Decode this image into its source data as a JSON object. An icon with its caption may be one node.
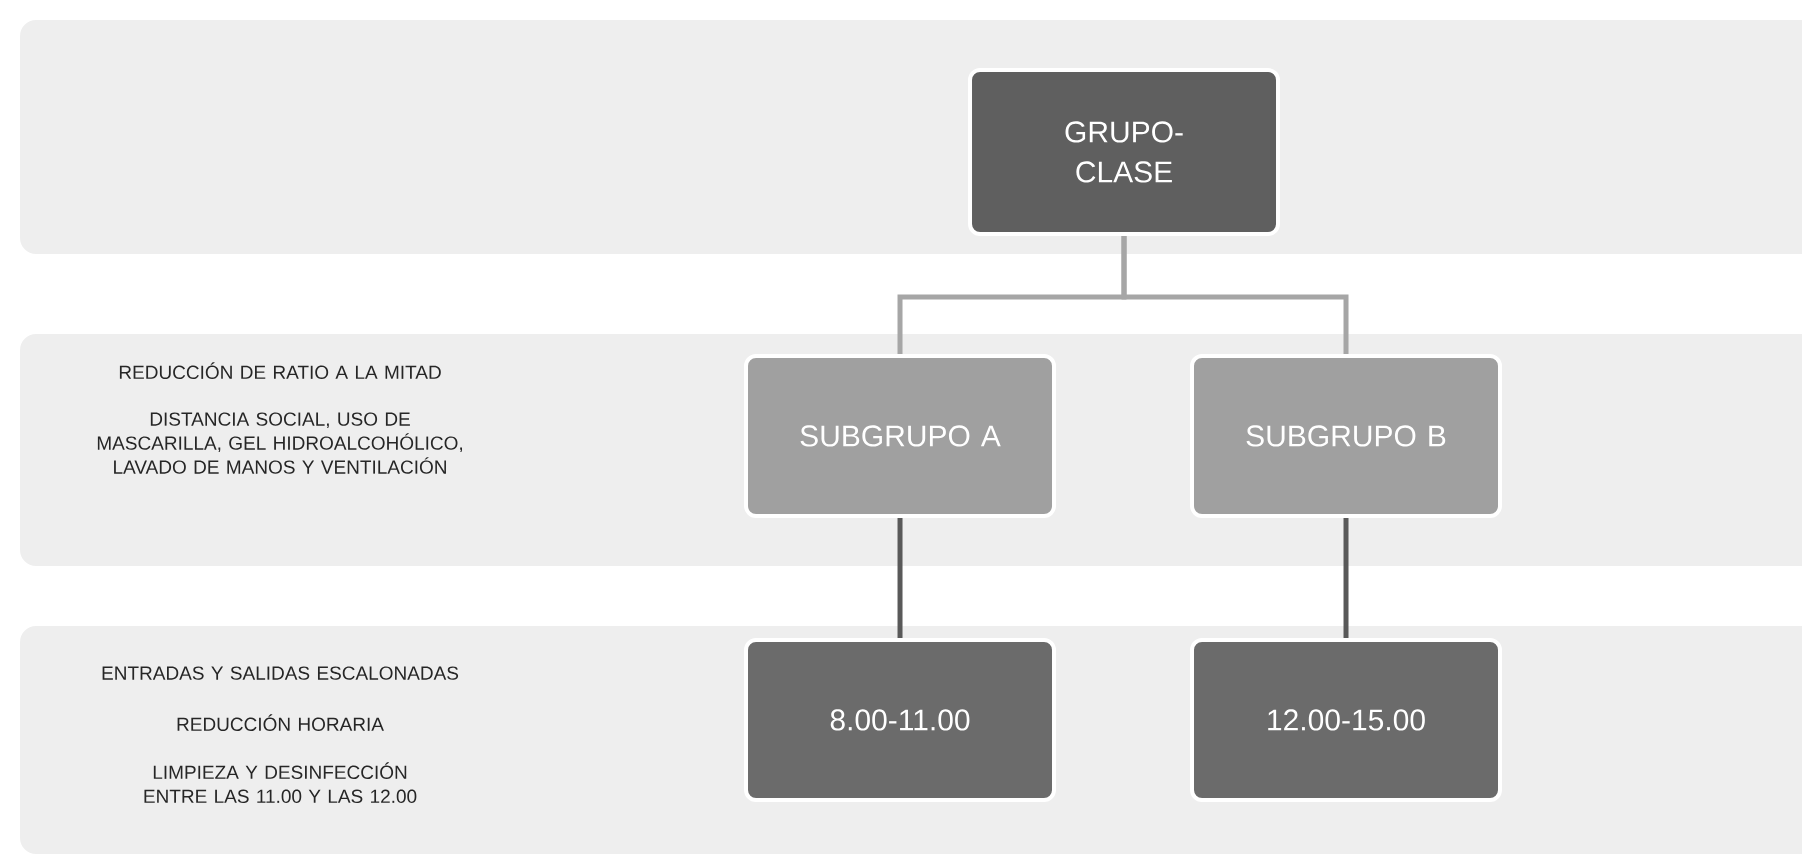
{
  "diagram": {
    "nodes": [
      {
        "text": [],
        "shape": "band"
      },
      {
        "text": [
          "GRUPO- CLASE"
        ],
        "in": 0
      },
      {
        "text": [
          "REDUCCIÓN DE RATIO A LA MITAD",
          "DISTANCIA SOCIAL, USO DE MASCARILLA, GEL HIDROALCOHÓLICO, LAVADO DE MANOS Y VENTILACIÓN"
        ]
      },
      {
        "text": [
          "SUBGRUPO A"
        ],
        "in": 2
      },
      {
        "text": [
          "SUBGRUPO B"
        ],
        "in": 2
      },
      {
        "text": [
          "ENTRADAS Y SALIDAS ESCALONADAS",
          "REDUCCIÓN HORARIA",
          "LIMPIEZA Y DESINFECCIÓN ENTRE LAS 11.00 Y LAS 12.00"
        ]
      },
      {
        "text": [
          "8.00-11.00"
        ],
        "in": 5
      },
      {
        "text": [
          "12.00-15.00"
        ],
        "in": 5
      }
    ],
    "edges": [
      {
        "from": 1,
        "to": 3,
        "arrow": "none",
        "color": "#a6a6a6"
      },
      {
        "from": 1,
        "to": 4,
        "arrow": "none",
        "color": "#a6a6a6"
      },
      {
        "from": 3,
        "to": 6,
        "arrow": "none",
        "color": "#595959"
      },
      {
        "from": 4,
        "to": 7,
        "arrow": "none",
        "color": "#595959"
      }
    ]
  }
}
